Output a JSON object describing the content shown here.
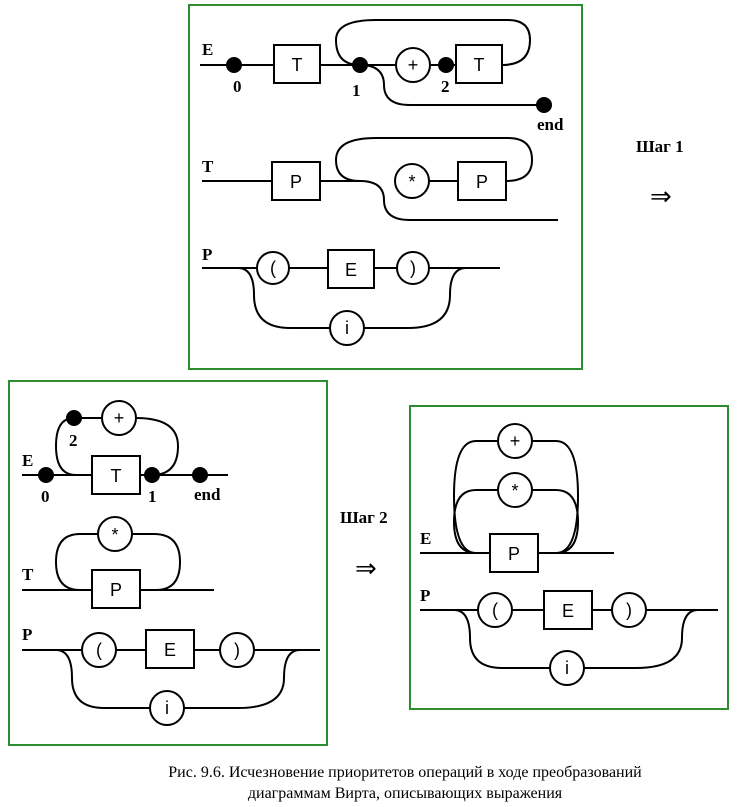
{
  "colors": {
    "frame": "#2e8b2e",
    "line": "#000000"
  },
  "symbols": {
    "E": "E",
    "T": "T",
    "P": "P",
    "plus": "+",
    "star": "*",
    "lparen": "(",
    "rparen": ")",
    "ident": "i"
  },
  "points": {
    "p0": "0",
    "p1": "1",
    "p2": "2",
    "end": "end"
  },
  "steps": {
    "step1": "Шаг 1",
    "step2": "Шаг 2",
    "arrow": "⇒"
  },
  "caption": {
    "line1": "Рис. 9.6. Исчезновение приоритетов операций в ходе преобразований",
    "line2": "диаграммам Вирта, описывающих выражения"
  }
}
